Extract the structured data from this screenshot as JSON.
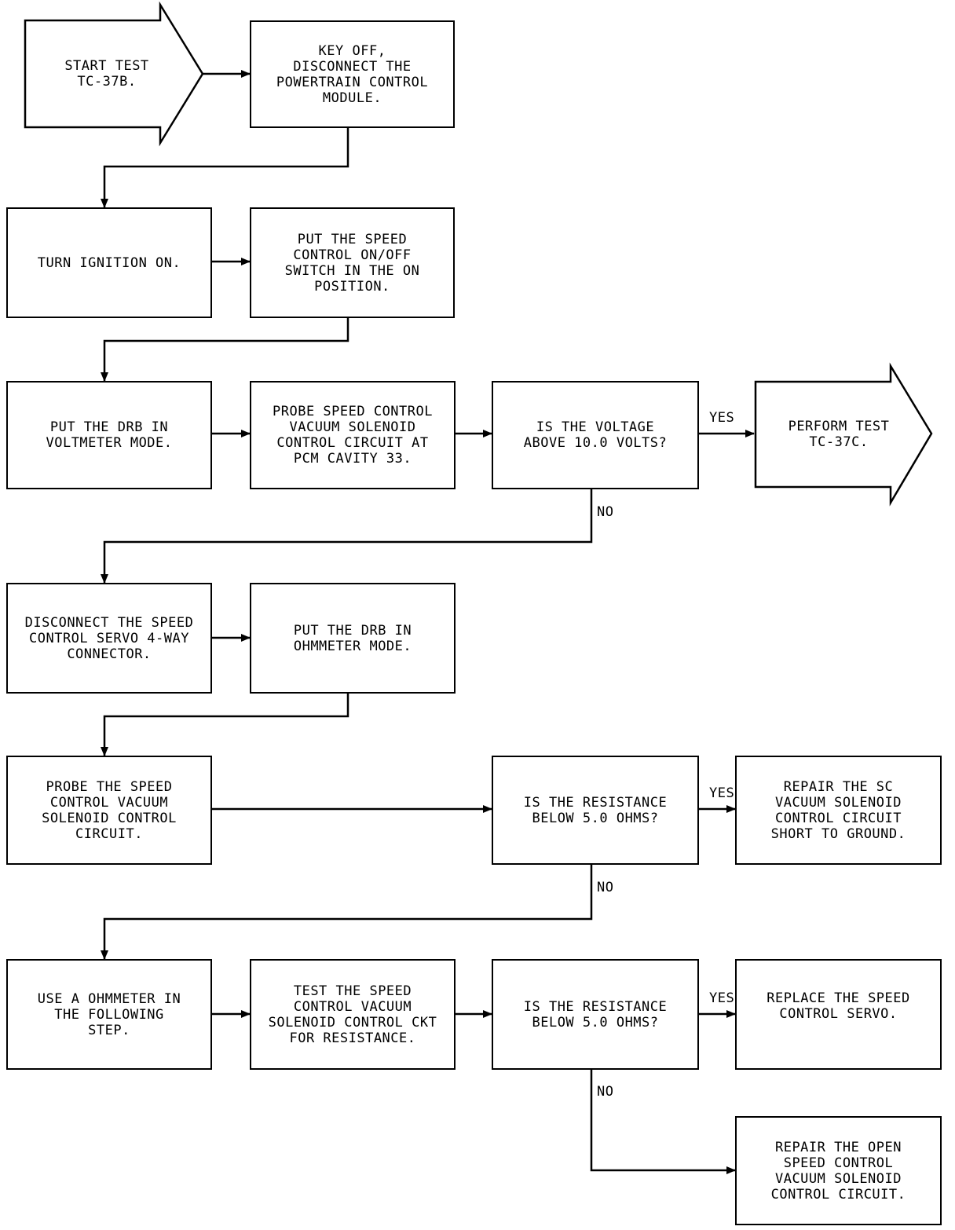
{
  "start": "START TEST\nTC-37B.",
  "steps": {
    "key_off": "KEY OFF,\nDISCONNECT THE\nPOWERTRAIN CONTROL\nMODULE.",
    "turn_ignition": "TURN IGNITION ON.",
    "speed_control_switch": "PUT THE SPEED\nCONTROL ON/OFF\nSWITCH IN THE ON\nPOSITION.",
    "drb_voltmeter": "PUT THE DRB IN\nVOLTMETER MODE.",
    "probe_pcm": "PROBE SPEED CONTROL\nVACUUM SOLENOID\nCONTROL CIRCUIT AT\nPCM CAVITY 33.",
    "disconnect_servo": "DISCONNECT THE SPEED\nCONTROL SERVO 4-WAY\nCONNECTOR.",
    "drb_ohmmeter": "PUT THE DRB IN\nOHMMETER MODE.",
    "probe_circuit": "PROBE THE SPEED\nCONTROL VACUUM\nSOLENOID CONTROL\nCIRCUIT.",
    "use_ohmmeter": "USE A OHMMETER IN\nTHE FOLLOWING\nSTEP.",
    "test_ckt": "TEST THE SPEED\nCONTROL VACUUM\nSOLENOID CONTROL CKT\nFOR RESISTANCE."
  },
  "decisions": {
    "voltage": "IS THE VOLTAGE\nABOVE 10.0 VOLTS?",
    "resistance_1": "IS THE RESISTANCE\nBELOW 5.0 OHMS?",
    "resistance_2": "IS THE RESISTANCE\nBELOW 5.0 OHMS?"
  },
  "results": {
    "perform_test": "PERFORM TEST\nTC-37C.",
    "repair_short": "REPAIR THE SC\nVACUUM SOLENOID\nCONTROL CIRCUIT\nSHORT TO GROUND.",
    "replace_servo": "REPLACE THE SPEED\nCONTROL SERVO.",
    "repair_open": "REPAIR THE OPEN\nSPEED CONTROL\nVACUUM SOLENOID\nCONTROL CIRCUIT."
  },
  "labels": {
    "yes": "YES",
    "no": "NO"
  }
}
